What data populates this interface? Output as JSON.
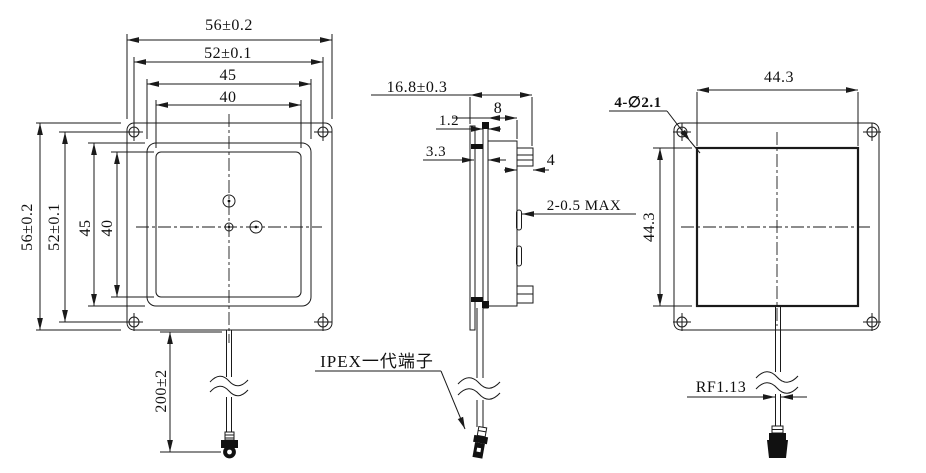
{
  "drawing": {
    "colors": {
      "line": "#1a1a1a",
      "background": "#ffffff",
      "text": "#101010"
    },
    "front_view": {
      "dim_top_outer": "56±0.2",
      "dim_top_holes": "52±0.1",
      "dim_top_inner": "45",
      "dim_top_patch": "40",
      "dim_left_outer": "56±0.2",
      "dim_left_holes": "52±0.1",
      "dim_left_inner": "45",
      "dim_left_patch": "40",
      "dim_cable_length": "200±2"
    },
    "side_view": {
      "dim_total_depth": "16.8±0.3",
      "dim_plate_thickness": "1.2",
      "dim_gap": "3.3",
      "dim_body_depth": "8",
      "dim_tab_depth": "4",
      "dim_boss": "2-0.5 MAX",
      "connector_label": "IPEX一代端子"
    },
    "back_view": {
      "dim_width": "44.3",
      "dim_height": "44.3",
      "hole_callout": "4-∅2.1",
      "cable_label": "RF1.13"
    }
  }
}
